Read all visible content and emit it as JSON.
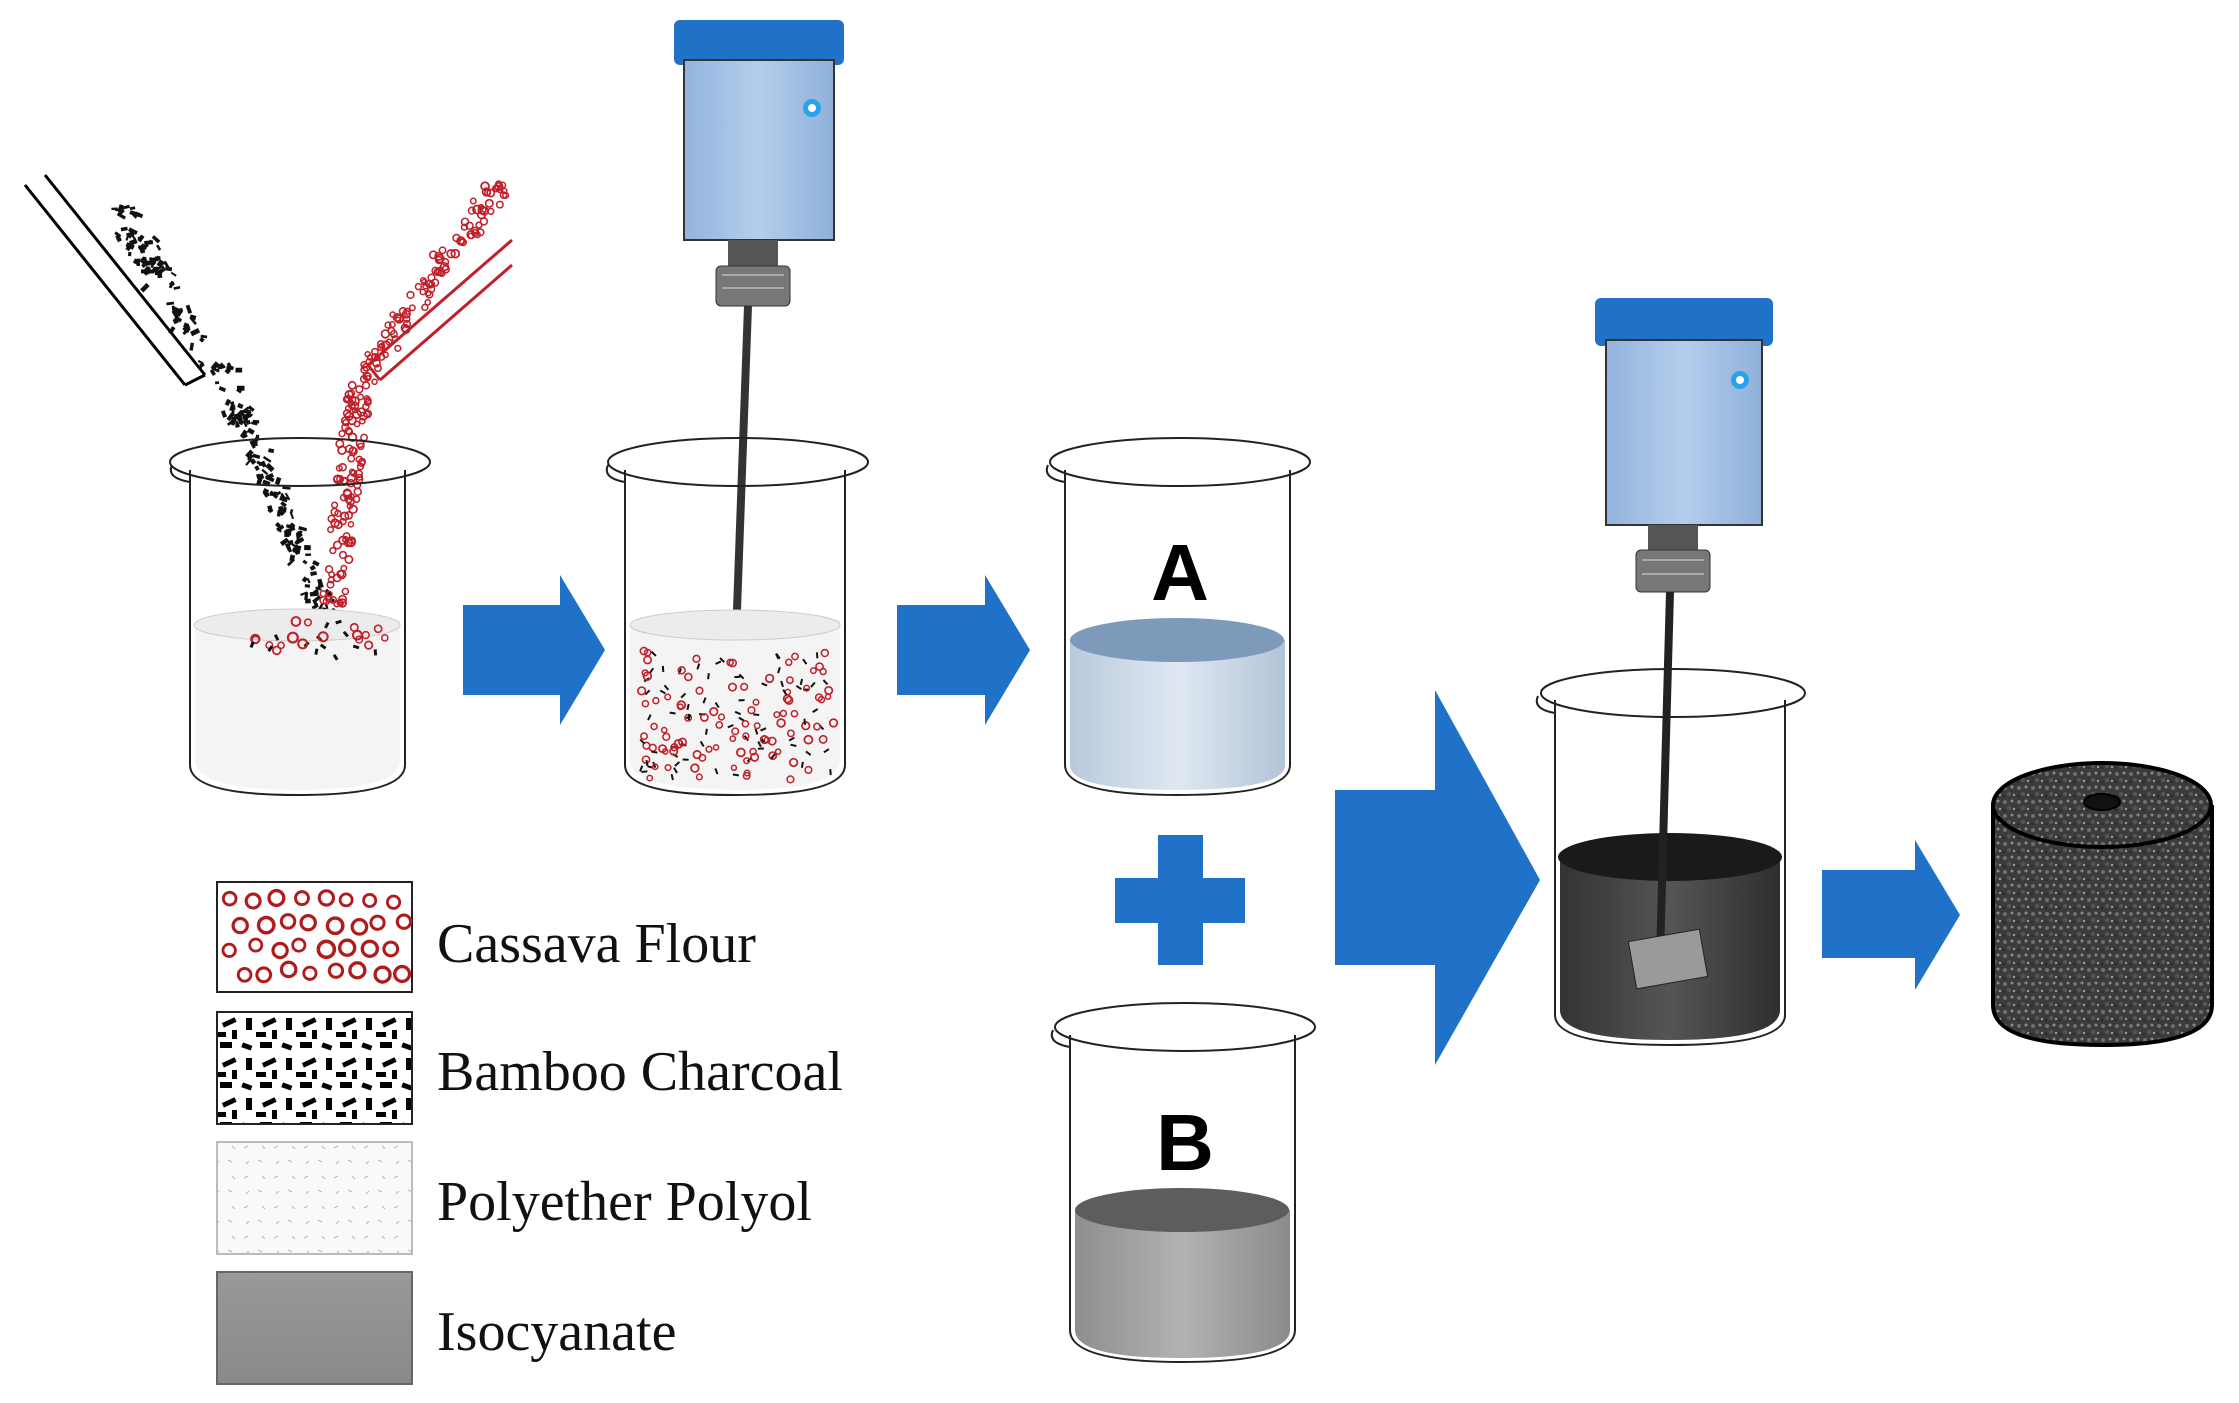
{
  "labels": {
    "beaker_a": "A",
    "beaker_b": "B"
  },
  "legend": [
    {
      "key": "cassava",
      "label": "Cassava Flour"
    },
    {
      "key": "charcoal",
      "label": "Bamboo Charcoal"
    },
    {
      "key": "polyol",
      "label": "Polyether Polyol"
    },
    {
      "key": "isocyanate",
      "label": "Isocyanate"
    }
  ],
  "colors": {
    "arrow": "#1f72c8",
    "mixer_cap": "#1f72c8",
    "mixer_body": "#a9c6e8",
    "cassava": "#c0202a",
    "charcoal": "#111111",
    "liquid_a": "#cfdcea",
    "liquid_b": "#a7a5a5",
    "mixture": "#3f3f3f",
    "foam": "#3a3a3a"
  }
}
